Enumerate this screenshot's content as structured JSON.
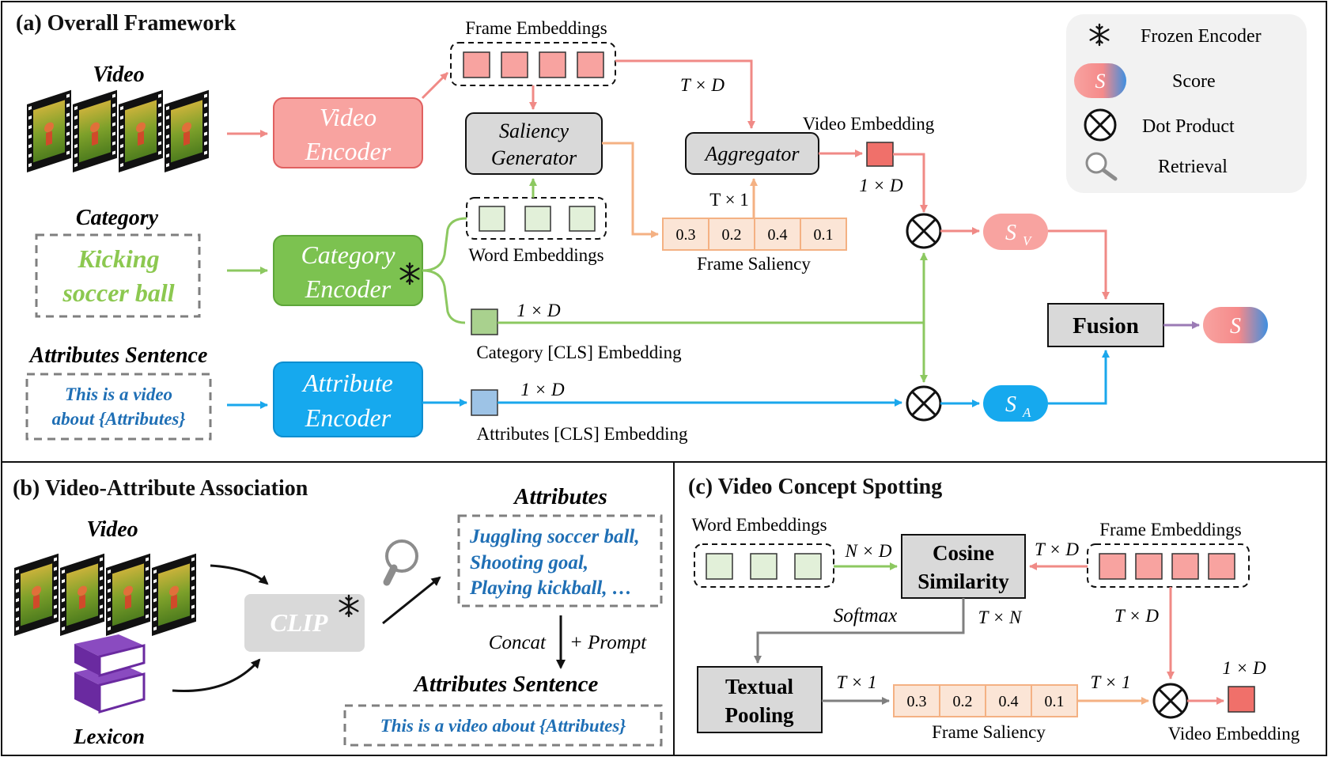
{
  "panels": {
    "a_title": "(a) Overall Framework",
    "b_title": "(b) Video-Attribute Association",
    "c_title": "(c) Video Concept Spotting"
  },
  "legend": {
    "frozen": "Frozen Encoder",
    "score": "Score",
    "score_symbol": "S",
    "dot": "Dot Product",
    "retrieval": "Retrieval"
  },
  "a": {
    "video_label": "Video",
    "category_label": "Category",
    "category_line1": "Kicking",
    "category_line2": "soccer ball",
    "attr_sentence_label": "Attributes Sentence",
    "attr_sentence_line1": "This is a video",
    "attr_sentence_line2": "about {Attributes}",
    "video_encoder_1": "Video",
    "video_encoder_2": "Encoder",
    "category_encoder_1": "Category",
    "category_encoder_2": "Encoder",
    "attribute_encoder_1": "Attribute",
    "attribute_encoder_2": "Encoder",
    "frame_embeddings": "Frame Embeddings",
    "saliency_1": "Saliency",
    "saliency_2": "Generator",
    "word_embeddings": "Word Embeddings",
    "td": "T × D",
    "aggregator": "Aggregator",
    "video_embedding": "Video Embedding",
    "one_d_video": "1 × D",
    "t1": "T × 1",
    "saliency_values": [
      "0.3",
      "0.2",
      "0.4",
      "0.1"
    ],
    "frame_saliency": "Frame Saliency",
    "one_d_cat": "1 × D",
    "cat_cls": "Category [CLS] Embedding",
    "one_d_attr": "1 × D",
    "attr_cls": "Attributes [CLS] Embedding",
    "sv": "S",
    "sv_sub": "V",
    "sa": "S",
    "sa_sub": "A",
    "fusion": "Fusion",
    "s_out": "S"
  },
  "b": {
    "video_label": "Video",
    "lexicon": "Lexicon",
    "clip": "CLIP",
    "attributes_label": "Attributes",
    "attr_line1": "Juggling soccer ball,",
    "attr_line2": "Shooting goal,",
    "attr_line3": "Playing kickball, …",
    "concat": "Concat",
    "prompt": "+ Prompt",
    "sentence_label": "Attributes Sentence",
    "sentence": "This is a video about {Attributes}"
  },
  "c": {
    "word_embeddings": "Word Embeddings",
    "nd": "N × D",
    "cosine_1": "Cosine",
    "cosine_2": "Similarity",
    "td_left": "T × D",
    "frame_embeddings": "Frame Embeddings",
    "softmax": "Softmax",
    "tn": "T × N",
    "td_down": "T × D",
    "pool_1": "Textual",
    "pool_2": "Pooling",
    "t1_a": "T × 1",
    "saliency_values": [
      "0.3",
      "0.2",
      "0.4",
      "0.1"
    ],
    "t1_b": "T × 1",
    "one_d": "1 × D",
    "frame_saliency": "Frame Saliency",
    "video_embedding": "Video Embedding"
  },
  "colors": {
    "red": "#f08a86",
    "red_fill": "#f8a3a0",
    "green": "#8cc860",
    "green_fill": "#7cc250",
    "blue": "#1aa7ec",
    "orange": "#f4b183",
    "gray_fill": "#d9d9d9",
    "attr_text": "#1f6fb5",
    "cat_text": "#8cc850"
  }
}
